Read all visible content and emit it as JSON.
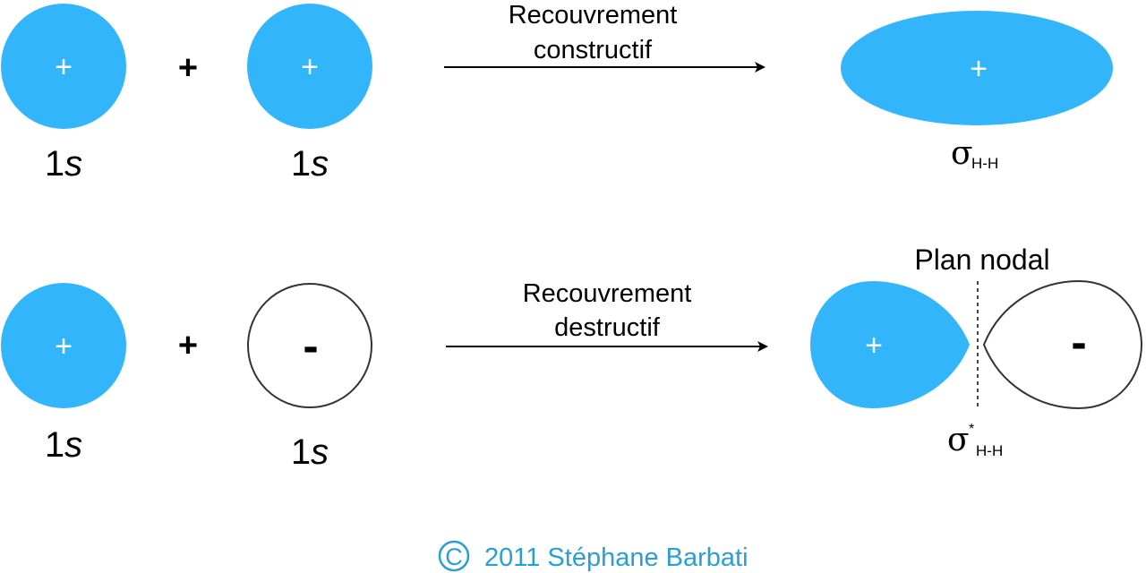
{
  "colors": {
    "orbital_fill": "#33b5fc",
    "outline": "#333333",
    "text": "#000000"
  },
  "top_row": {
    "orbital_a_sign": "+",
    "orbital_a_label": "1",
    "orbital_a_label_italic": "s",
    "plus_operator": "+",
    "orbital_b_sign": "+",
    "orbital_b_label": "1",
    "orbital_b_label_italic": "s",
    "arrow_line1": "Recouvrement",
    "arrow_line2": "constructif",
    "result_sign": "+",
    "result_symbol": "σ",
    "result_subscript": "H-H"
  },
  "bottom_row": {
    "orbital_a_sign": "+",
    "orbital_a_label": "1",
    "orbital_a_label_italic": "s",
    "plus_operator": "+",
    "orbital_b_sign": "-",
    "orbital_b_label": "1",
    "orbital_b_label_italic": "s",
    "arrow_line1": "Recouvrement",
    "arrow_line2": "destructif",
    "nodal_plane_label": "Plan nodal",
    "result_left_sign": "+",
    "result_right_sign": "-",
    "result_symbol": "σ",
    "result_superscript": "*",
    "result_subscript": "H-H"
  },
  "copyright": {
    "symbol": "C",
    "text": "2011 Stéphane Barbati",
    "color": "#2a9fd6"
  }
}
